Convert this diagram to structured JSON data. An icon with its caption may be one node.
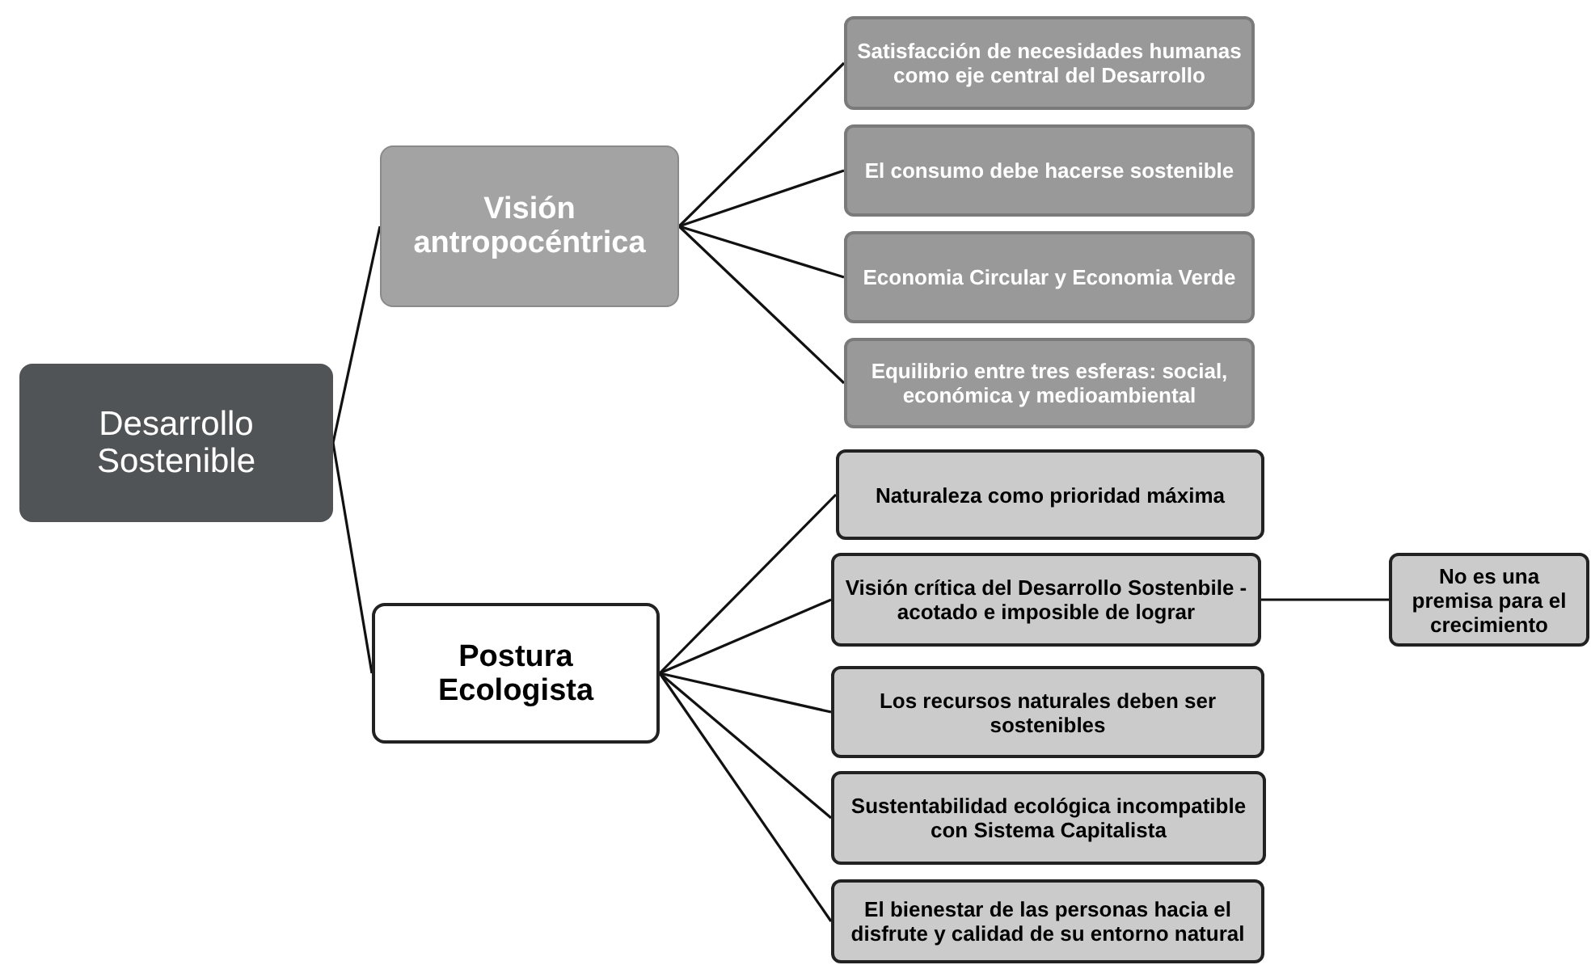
{
  "diagram": {
    "nodes": [
      {
        "text": [
          "Desarrollo Sostenible"
        ]
      },
      {
        "text": [
          "Visión antropocéntrica"
        ]
      },
      {
        "text": [
          "Satisfacción de necesidades humanas como eje central del Desarrollo"
        ]
      },
      {
        "text": [
          "El consumo debe hacerse sostenible"
        ]
      },
      {
        "text": [
          "Economia Circular y Economia Verde"
        ]
      },
      {
        "text": [
          "Equilibrio entre tres esferas: social, económica y medioambiental"
        ]
      },
      {
        "text": [
          "Postura Ecologista"
        ]
      },
      {
        "text": [
          "Naturaleza como prioridad máxima"
        ]
      },
      {
        "text": [
          "Visión crítica del Desarrollo Sostenbile - acotado e imposible de lograr"
        ]
      },
      {
        "text": [
          "Los recursos naturales deben ser sostenibles"
        ]
      },
      {
        "text": [
          "Sustentabilidad ecológica incompatible con Sistema Capitalista"
        ]
      },
      {
        "text": [
          "El bienestar de las personas hacia el disfrute y calidad de su entorno natural"
        ]
      },
      {
        "text": [
          "No es una premisa para el crecimiento"
        ]
      }
    ],
    "edges": [
      {
        "from": 0,
        "to": 1,
        "arrow": "none"
      },
      {
        "from": 0,
        "to": 6,
        "arrow": "none"
      },
      {
        "from": 1,
        "to": 2,
        "arrow": "none"
      },
      {
        "from": 1,
        "to": 3,
        "arrow": "none"
      },
      {
        "from": 1,
        "to": 4,
        "arrow": "none"
      },
      {
        "from": 1,
        "to": 5,
        "arrow": "none"
      },
      {
        "from": 6,
        "to": 7,
        "arrow": "none"
      },
      {
        "from": 6,
        "to": 8,
        "arrow": "none"
      },
      {
        "from": 6,
        "to": 9,
        "arrow": "none"
      },
      {
        "from": 6,
        "to": 10,
        "arrow": "none"
      },
      {
        "from": 6,
        "to": 11,
        "arrow": "none"
      },
      {
        "from": 8,
        "to": 12,
        "arrow": "none"
      }
    ]
  }
}
